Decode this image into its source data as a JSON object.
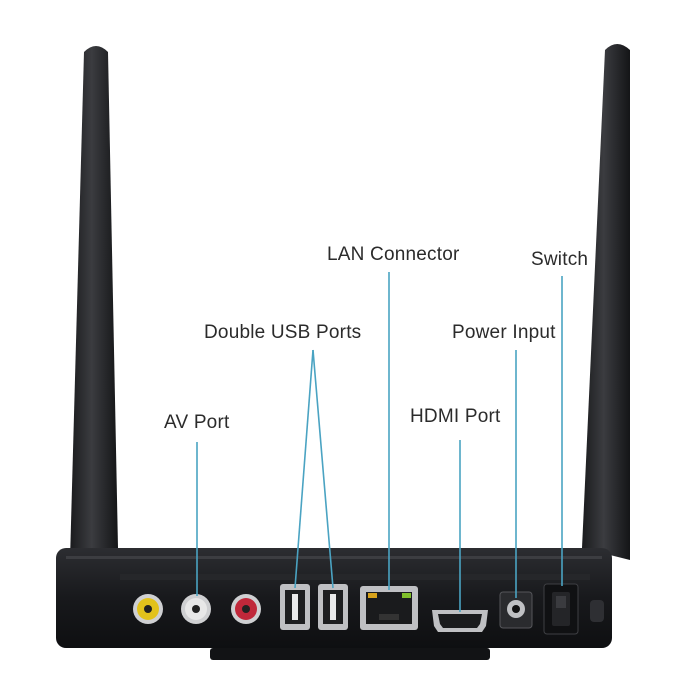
{
  "labels": {
    "lan": "LAN Connector",
    "switch": "Switch",
    "usb": "Double USB Ports",
    "power": "Power Input",
    "hdmi": "HDMI Port",
    "av": "AV Port"
  },
  "colors": {
    "callout_line": "#4aa3c2",
    "body": "#1c1d20",
    "antenna": "#2a2b2e",
    "av_yellow": "#e2c21c",
    "av_white": "#e8e8e8",
    "av_red": "#c0283a"
  }
}
